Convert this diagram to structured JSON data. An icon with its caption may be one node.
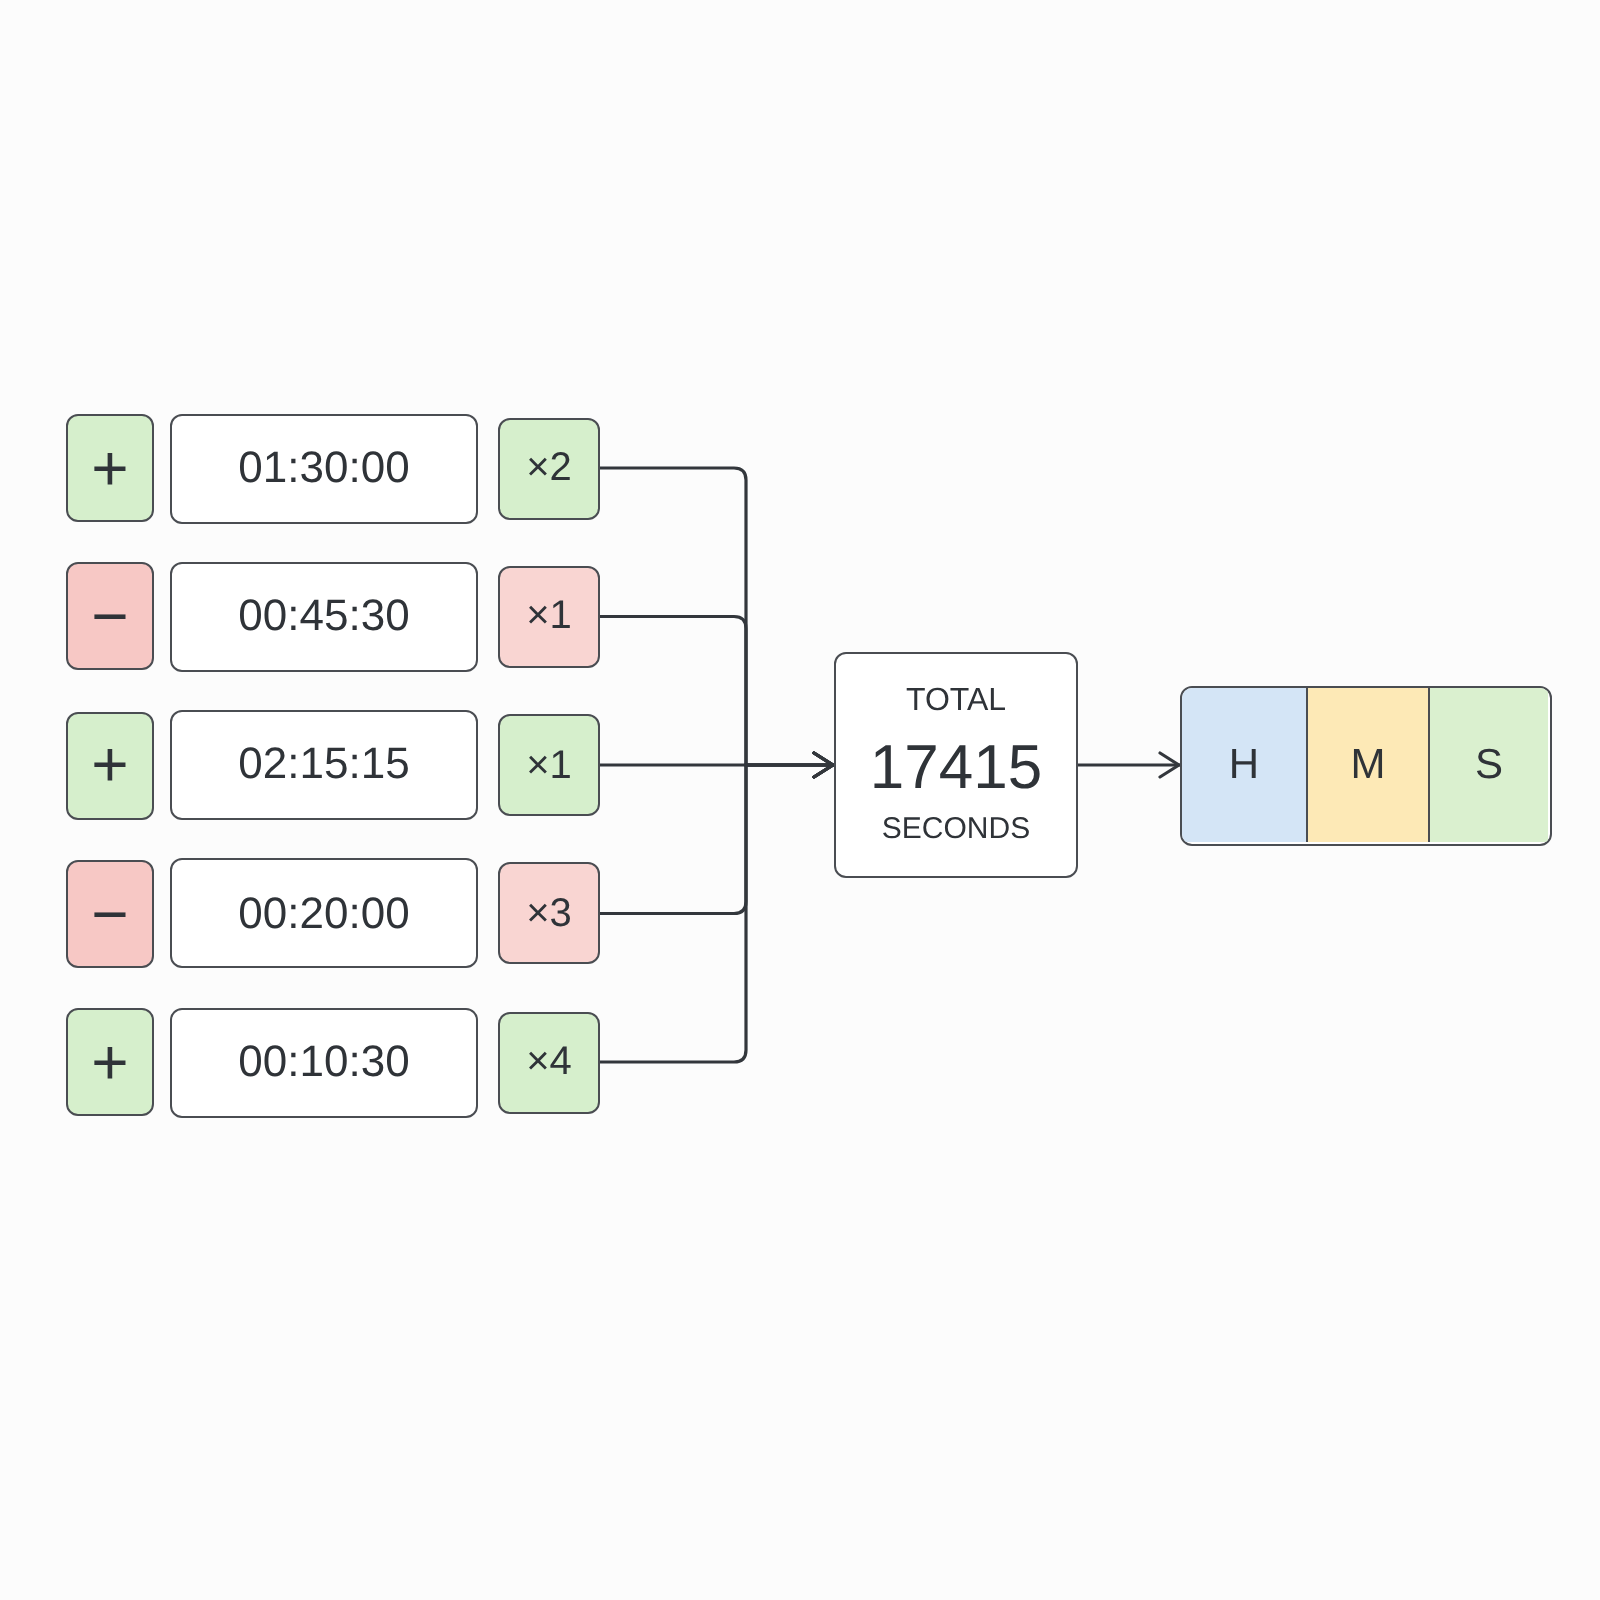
{
  "diagram": {
    "nodes": [
      {
        "text": [
          "+"
        ]
      },
      {
        "text": [
          "01:30:00"
        ]
      },
      {
        "text": [
          "×2"
        ]
      },
      {
        "text": [
          "−"
        ]
      },
      {
        "text": [
          "00:45:30"
        ]
      },
      {
        "text": [
          "×1"
        ]
      },
      {
        "text": [
          "+"
        ]
      },
      {
        "text": [
          "02:15:15"
        ]
      },
      {
        "text": [
          "×1"
        ]
      },
      {
        "text": [
          "−"
        ]
      },
      {
        "text": [
          "00:20:00"
        ]
      },
      {
        "text": [
          "×3"
        ]
      },
      {
        "text": [
          "+"
        ]
      },
      {
        "text": [
          "00:10:30"
        ]
      },
      {
        "text": [
          "×4"
        ]
      },
      {
        "text": [
          "TOTAL",
          "17415",
          "SECONDS"
        ]
      },
      {
        "text": [],
        "shape": "box"
      },
      {
        "text": [
          "H"
        ],
        "in": 16
      },
      {
        "text": [
          "M"
        ],
        "in": 16
      },
      {
        "text": [
          "S"
        ],
        "in": 16
      }
    ],
    "edges": [
      {
        "from": 2,
        "to": 15,
        "arrow": "to"
      },
      {
        "from": 5,
        "to": 15,
        "arrow": "to"
      },
      {
        "from": 8,
        "to": 15,
        "arrow": "to"
      },
      {
        "from": 11,
        "to": 15,
        "arrow": "to"
      },
      {
        "from": 14,
        "to": 15,
        "arrow": "to"
      },
      {
        "from": 15,
        "to": 16,
        "arrow": "to"
      }
    ]
  }
}
